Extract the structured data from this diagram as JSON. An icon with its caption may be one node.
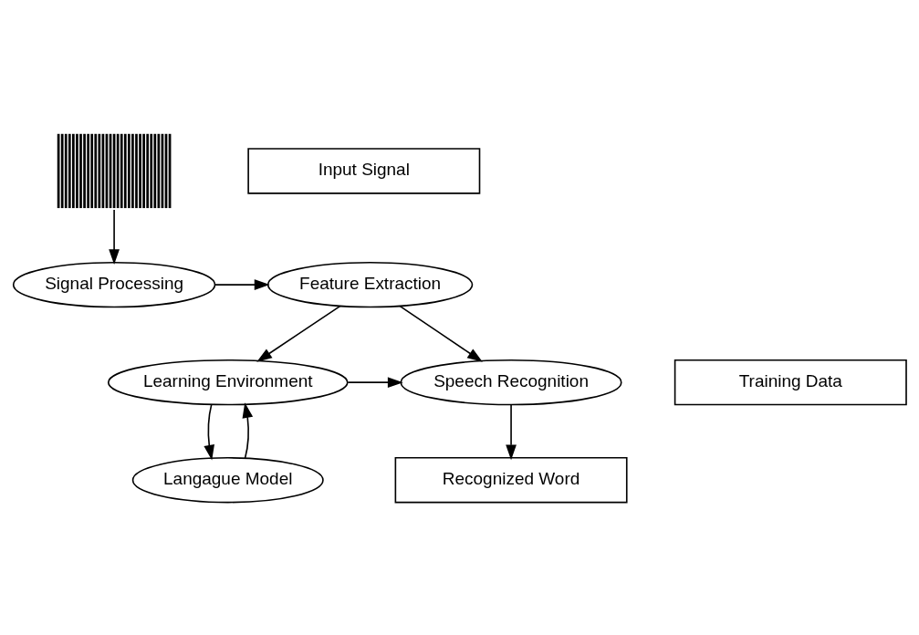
{
  "diagram": {
    "nodes": [
      {
        "text": [],
        "shape": "picture"
      },
      {
        "text": [
          "Input Signal"
        ]
      },
      {
        "text": [
          "Signal Processing"
        ]
      },
      {
        "text": [
          "Feature Extraction"
        ]
      },
      {
        "text": [
          "Training Data"
        ]
      },
      {
        "text": [
          "Learning Environment"
        ]
      },
      {
        "text": [
          "Speech Recognition"
        ]
      },
      {
        "text": [
          "Langague Model"
        ]
      },
      {
        "text": [
          "Recognized Word"
        ]
      }
    ],
    "edges": [
      {
        "from": 0,
        "to": 2,
        "arrow": "to"
      },
      {
        "from": 2,
        "to": 3,
        "arrow": "to"
      },
      {
        "from": 3,
        "to": 6,
        "arrow": "to"
      },
      {
        "from": 3,
        "to": 5,
        "arrow": "to"
      },
      {
        "from": 5,
        "to": 6,
        "arrow": "to"
      },
      {
        "from": 6,
        "to": 8,
        "arrow": "to"
      },
      {
        "from": 5,
        "to": 7,
        "arrow": "to"
      },
      {
        "from": 7,
        "to": 5,
        "arrow": "to"
      }
    ]
  }
}
